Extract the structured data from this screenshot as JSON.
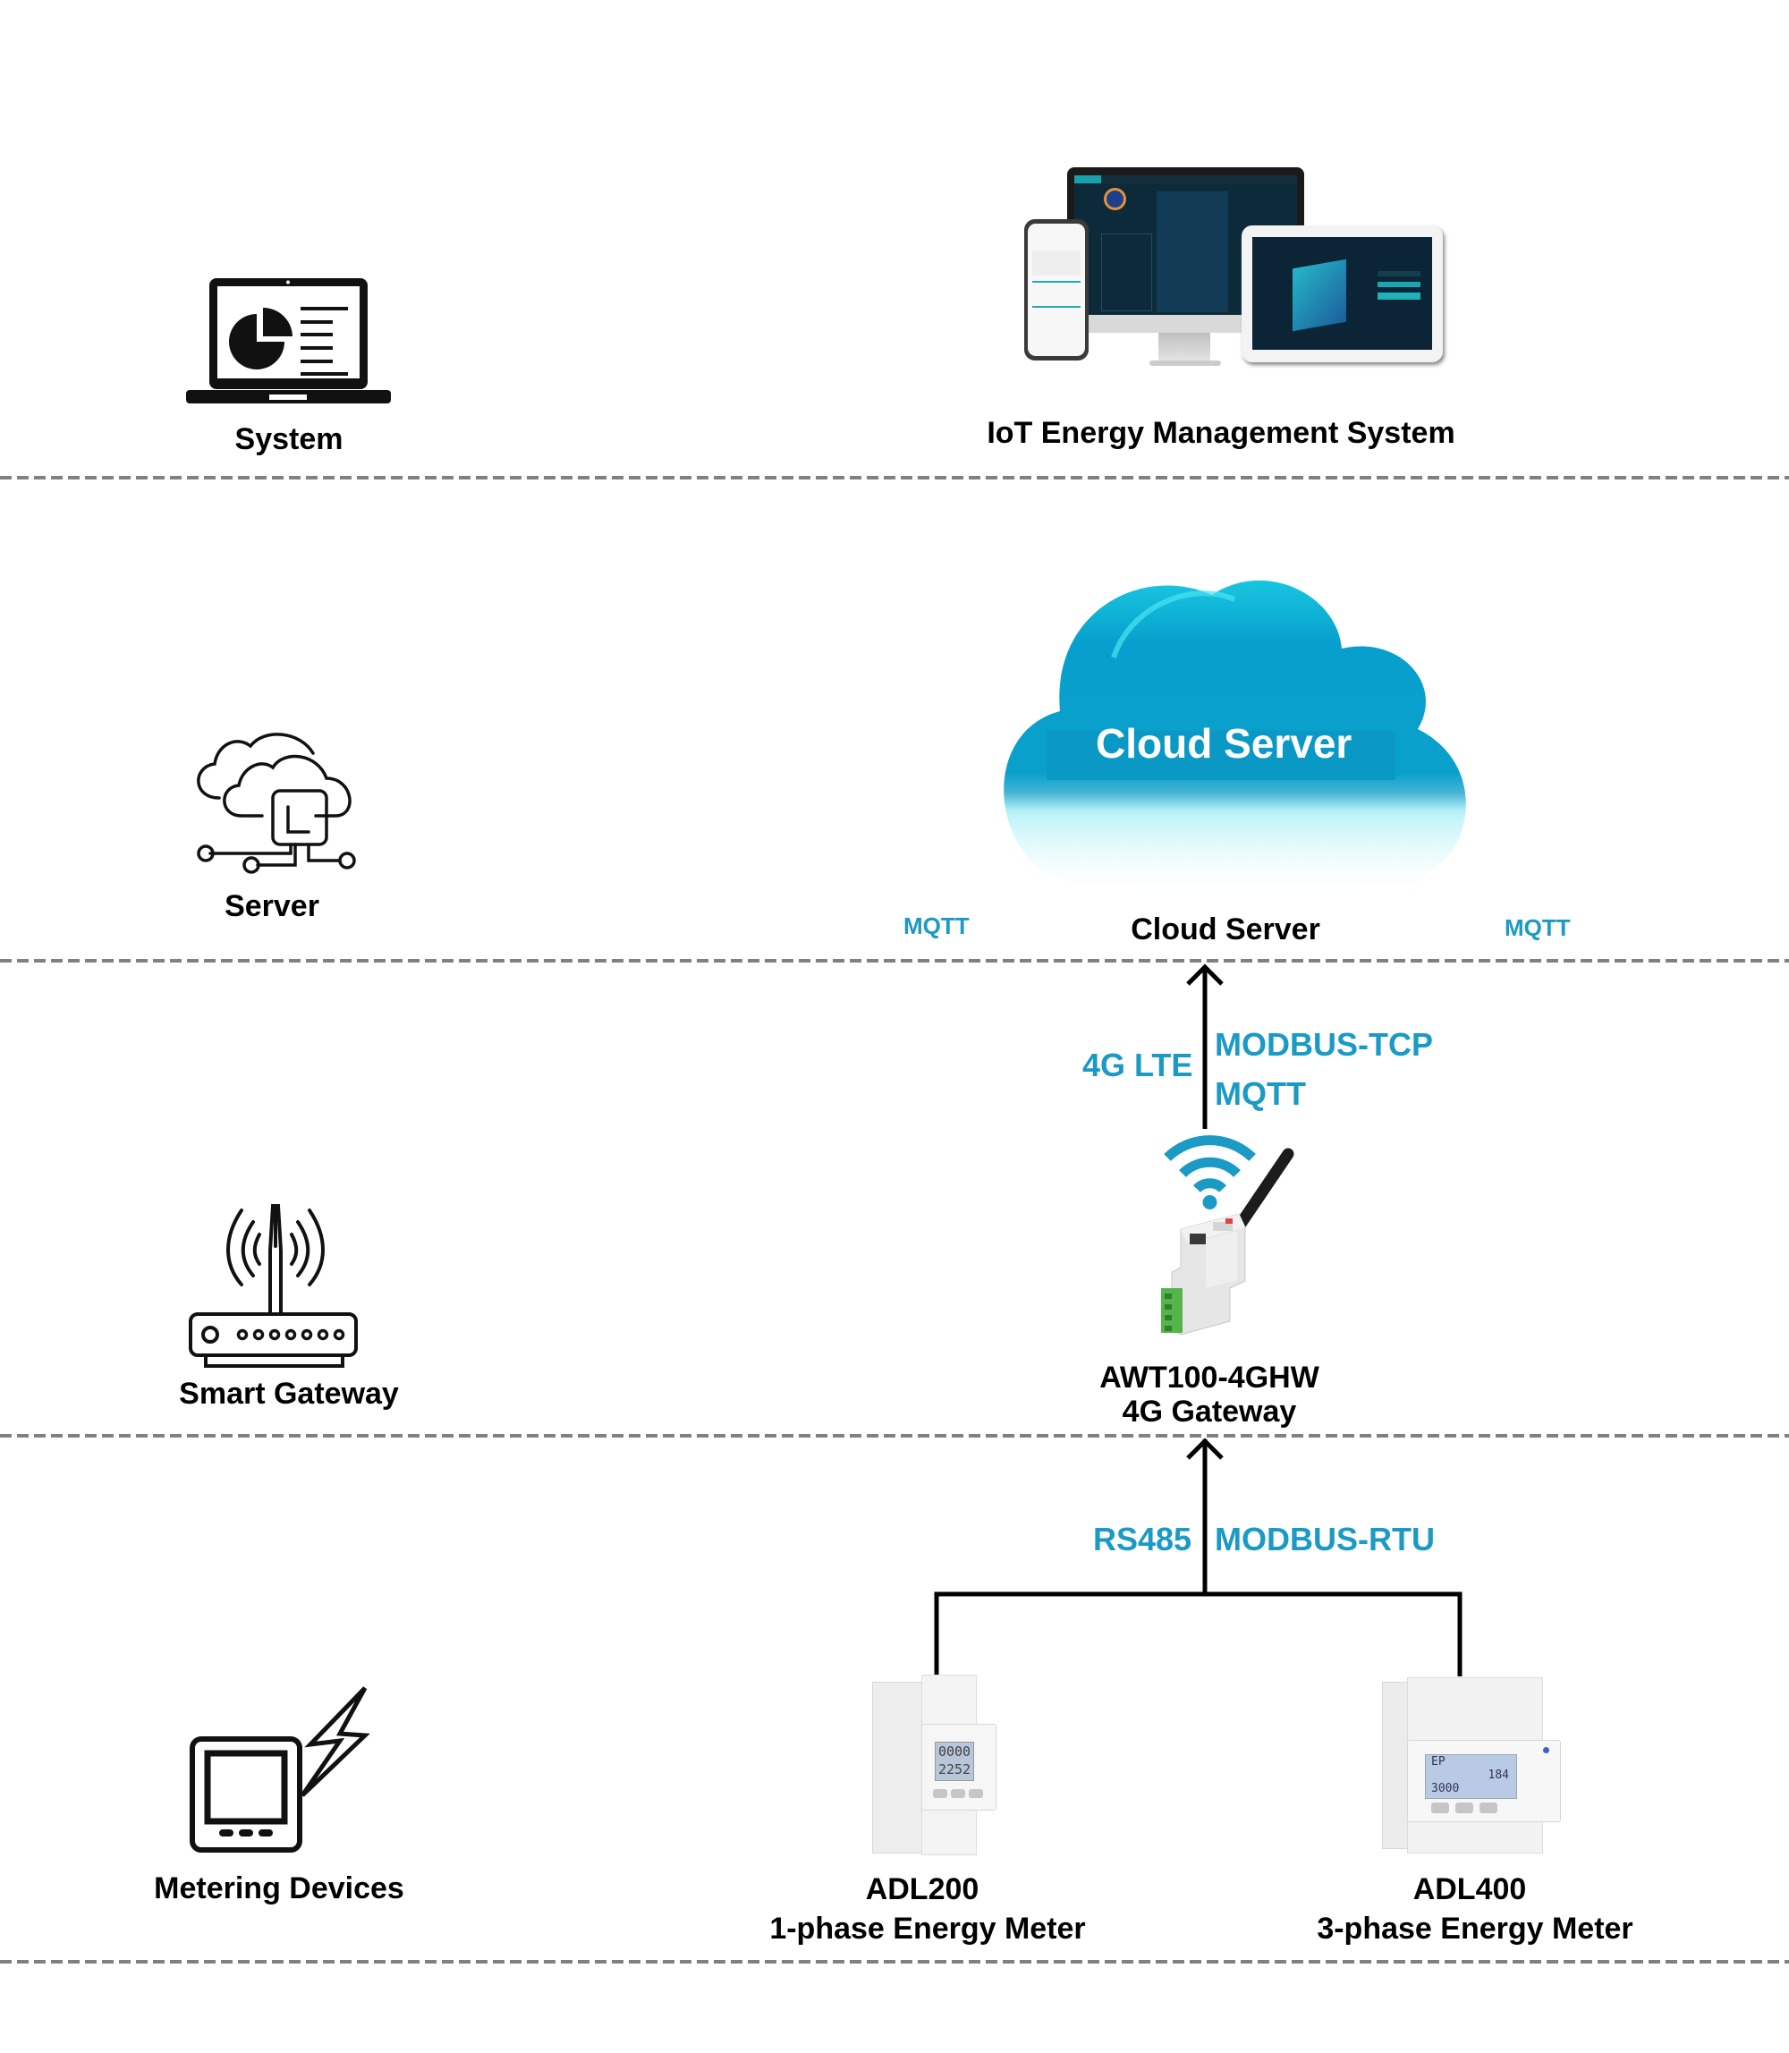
{
  "tiers": [
    {
      "id": "system",
      "label": "System",
      "icon": "laptop-pie-chart-icon"
    },
    {
      "id": "server",
      "label": "Server",
      "icon": "cloud-server-icon"
    },
    {
      "id": "gateway",
      "label": "Smart Gateway",
      "icon": "router-icon"
    },
    {
      "id": "metering",
      "label": "Metering Devices",
      "icon": "meter-lightning-icon"
    }
  ],
  "system_layer": {
    "label": "IoT Energy Management System",
    "image": "multi-device-dashboard-image"
  },
  "server_layer": {
    "cloud_text": "Cloud Server",
    "label": "Cloud Server",
    "protocol_left": "MQTT",
    "protocol_right": "MQTT"
  },
  "gateway_link": {
    "medium": "4G LTE",
    "protocols": [
      "MODBUS-TCP",
      "MQTT"
    ]
  },
  "gateway_layer": {
    "model": "AWT100-4GHW",
    "name": "4G Gateway"
  },
  "meter_link": {
    "medium": "RS485",
    "protocol": "MODBUS-RTU"
  },
  "meters": [
    {
      "model": "ADL200",
      "name": "1-phase Energy Meter",
      "display": [
        "0000",
        "2252"
      ]
    },
    {
      "model": "ADL400",
      "name": "3-phase Energy Meter",
      "display": [
        "EP",
        "184",
        "3000"
      ]
    }
  ],
  "colors": {
    "protocol_text": "#1a9ac4",
    "cloud": "#0aa0cc",
    "divider": "#808080"
  }
}
